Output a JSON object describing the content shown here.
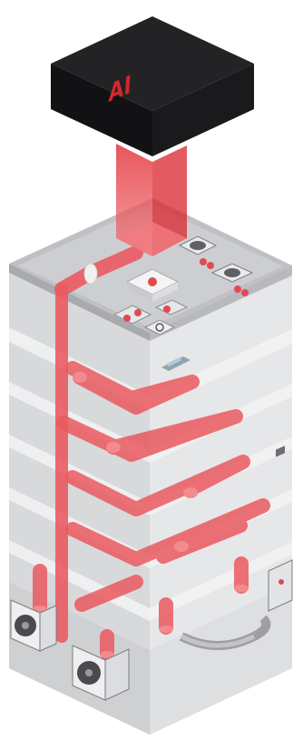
{
  "logo": {
    "text": "AI",
    "color": "#d5262d"
  },
  "colors": {
    "ai_box": "#1b1b1d",
    "beam": "#e8353b",
    "duct": "#e8565c",
    "building": "#d9dadc",
    "roof": "#c9cacc"
  },
  "components": [
    {
      "name": "ai-control-box",
      "icon": "ai-chip-icon"
    },
    {
      "name": "roof-hvac-unit",
      "icon": "hvac-unit-icon"
    },
    {
      "name": "exhaust-fan-left",
      "icon": "fan-icon"
    },
    {
      "name": "exhaust-fan-right",
      "icon": "fan-icon"
    },
    {
      "name": "outdoor-ac-unit-left",
      "icon": "condenser-icon"
    },
    {
      "name": "outdoor-ac-unit-right",
      "icon": "condenser-icon"
    },
    {
      "name": "control-panel",
      "icon": "panel-icon"
    },
    {
      "name": "air-duct-network",
      "icon": "duct-icon"
    }
  ]
}
